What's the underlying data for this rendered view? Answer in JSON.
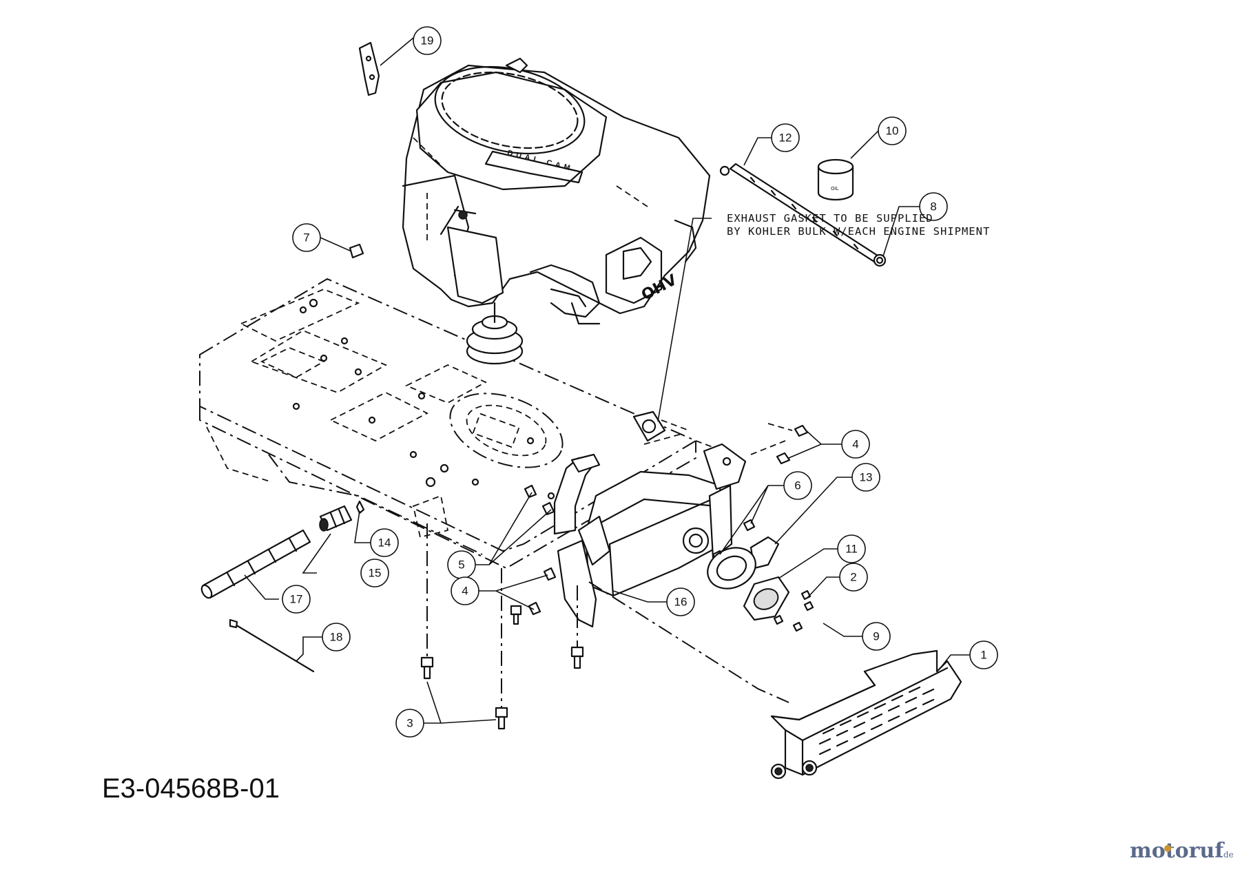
{
  "drawing_number": "E3-04568B-01",
  "note": {
    "line1": "EXHAUST GASKET TO BE SUPPLIED",
    "line2": "BY KOHLER BULK W/EACH ENGINE SHIPMENT"
  },
  "engine_labels": {
    "brand_band": "DUAL CAM",
    "ohv": "OHV",
    "oil_bottle": "OIL"
  },
  "watermark": {
    "name": "motoruf",
    "suffix": ".de",
    "colors": {
      "text": "#5a6a8a",
      "accent": "#c8962c"
    }
  },
  "callouts": [
    {
      "id": "1",
      "label": "1"
    },
    {
      "id": "2",
      "label": "2"
    },
    {
      "id": "3",
      "label": "3"
    },
    {
      "id": "4a",
      "label": "4"
    },
    {
      "id": "4b",
      "label": "4"
    },
    {
      "id": "5",
      "label": "5"
    },
    {
      "id": "6",
      "label": "6"
    },
    {
      "id": "7",
      "label": "7"
    },
    {
      "id": "8",
      "label": "8"
    },
    {
      "id": "9",
      "label": "9"
    },
    {
      "id": "10",
      "label": "10"
    },
    {
      "id": "11",
      "label": "11"
    },
    {
      "id": "12",
      "label": "12"
    },
    {
      "id": "13",
      "label": "13"
    },
    {
      "id": "14",
      "label": "14"
    },
    {
      "id": "15",
      "label": "15"
    },
    {
      "id": "16",
      "label": "16"
    },
    {
      "id": "17",
      "label": "17"
    },
    {
      "id": "18",
      "label": "18"
    },
    {
      "id": "19",
      "label": "19"
    }
  ]
}
